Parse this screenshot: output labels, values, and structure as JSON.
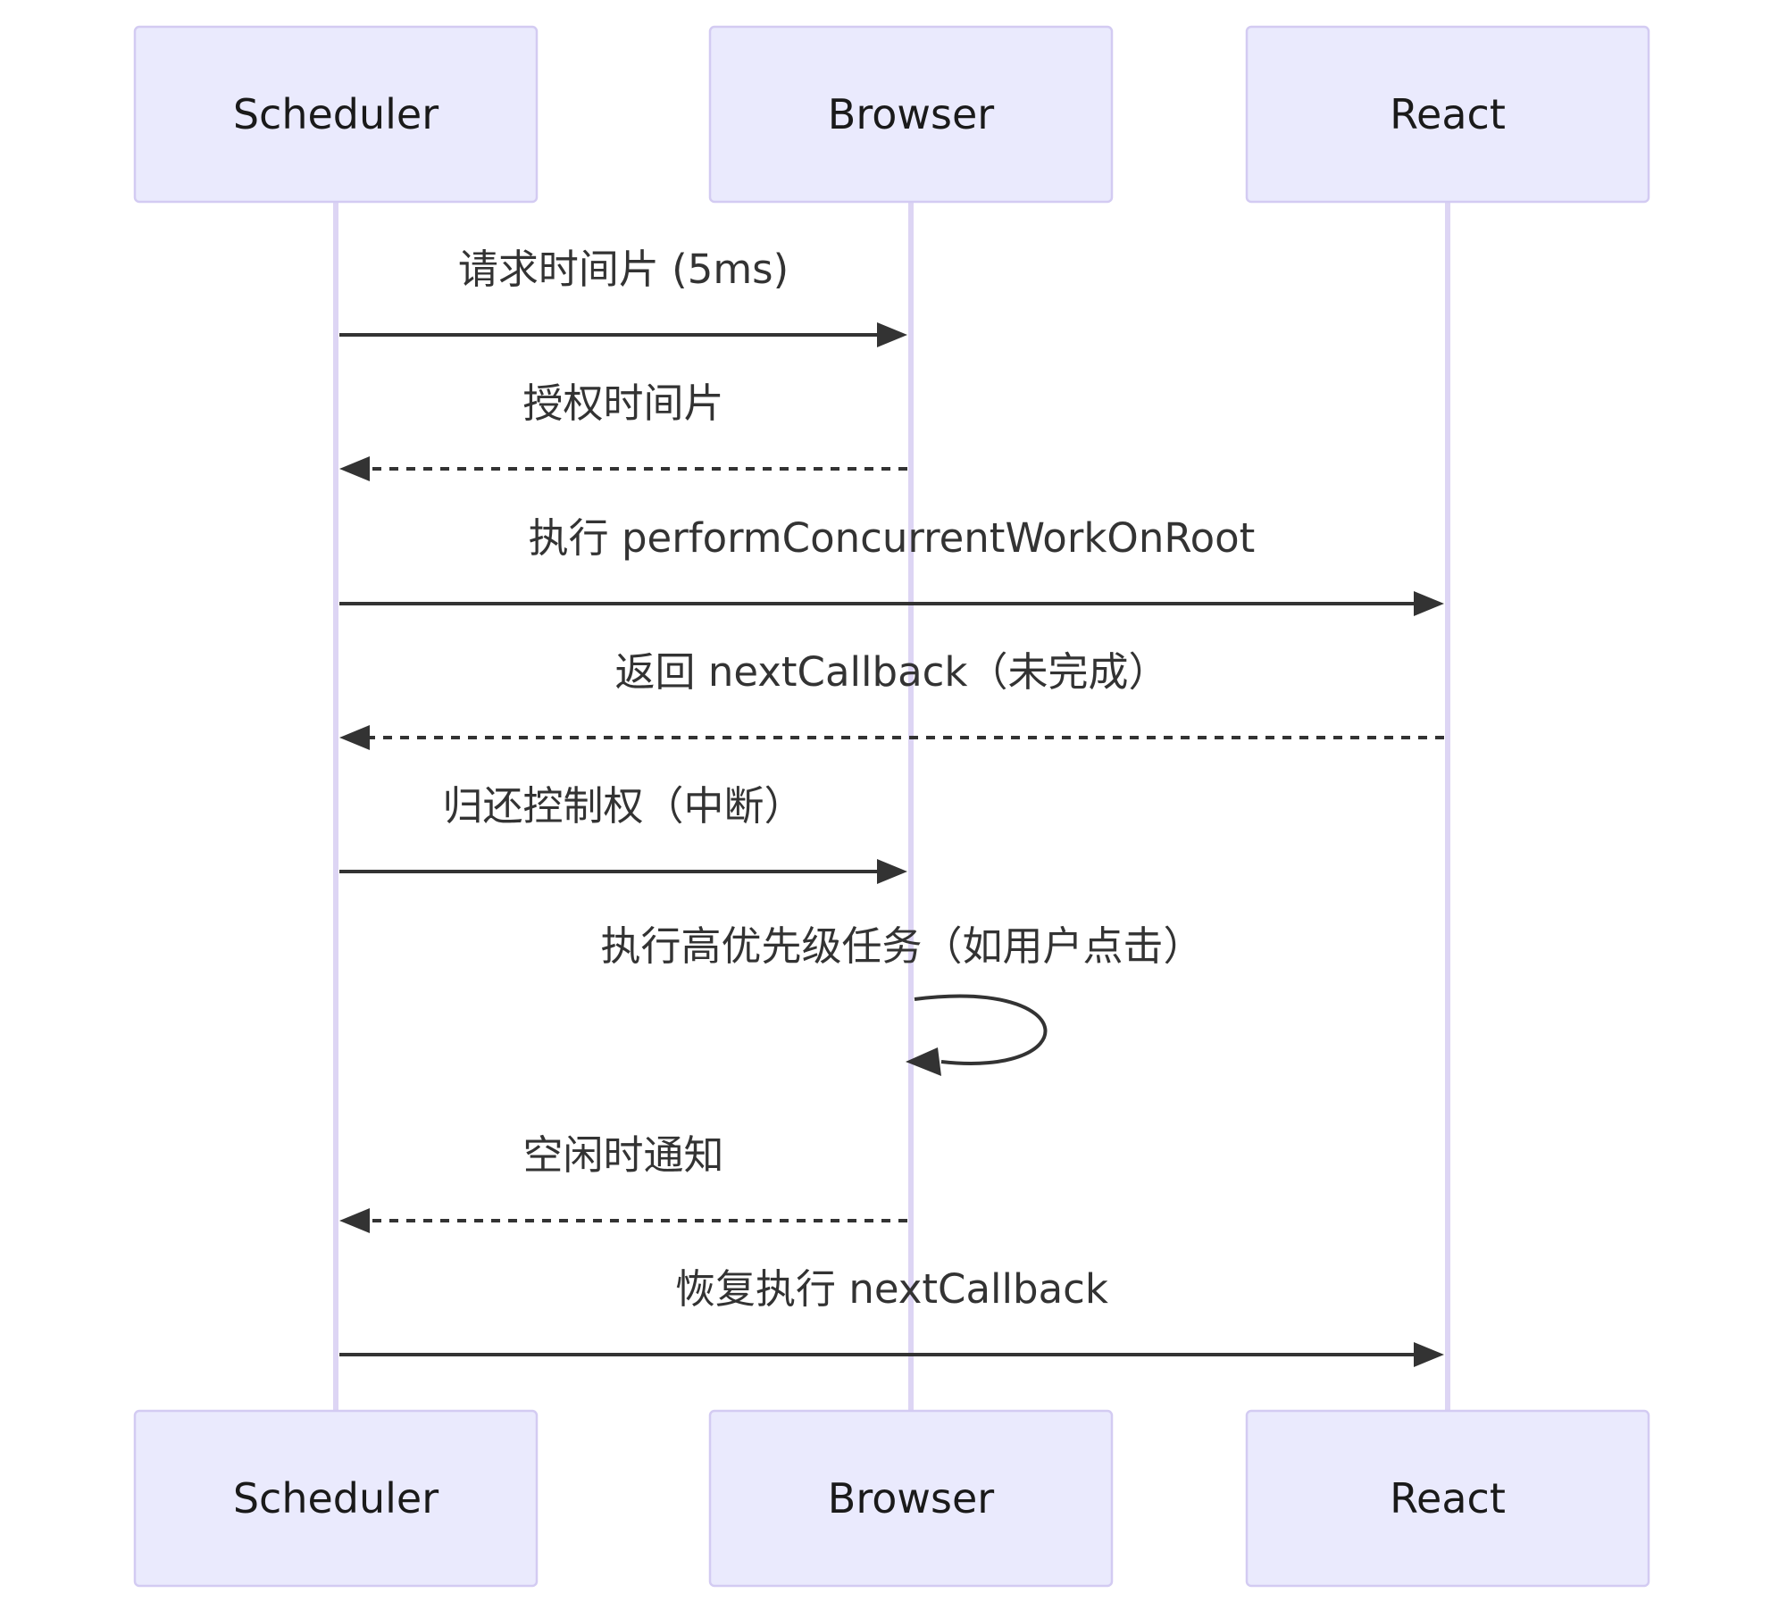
{
  "participants": [
    {
      "id": "scheduler",
      "label": "Scheduler"
    },
    {
      "id": "browser",
      "label": "Browser"
    },
    {
      "id": "react",
      "label": "React"
    }
  ],
  "messages": [
    {
      "from": "scheduler",
      "to": "browser",
      "label": "请求时间片 (5ms)",
      "style": "solid"
    },
    {
      "from": "browser",
      "to": "scheduler",
      "label": "授权时间片",
      "style": "dashed"
    },
    {
      "from": "scheduler",
      "to": "react",
      "label": "执行 performConcurrentWorkOnRoot",
      "style": "solid"
    },
    {
      "from": "react",
      "to": "scheduler",
      "label": "返回 nextCallback（未完成）",
      "style": "dashed"
    },
    {
      "from": "scheduler",
      "to": "browser",
      "label": "归还控制权（中断）",
      "style": "solid"
    },
    {
      "from": "browser",
      "to": "browser",
      "label": "执行高优先级任务（如用户点击）",
      "style": "self"
    },
    {
      "from": "browser",
      "to": "scheduler",
      "label": "空闲时通知",
      "style": "dashed"
    },
    {
      "from": "scheduler",
      "to": "react",
      "label": "恢复执行 nextCallback",
      "style": "solid"
    }
  ]
}
